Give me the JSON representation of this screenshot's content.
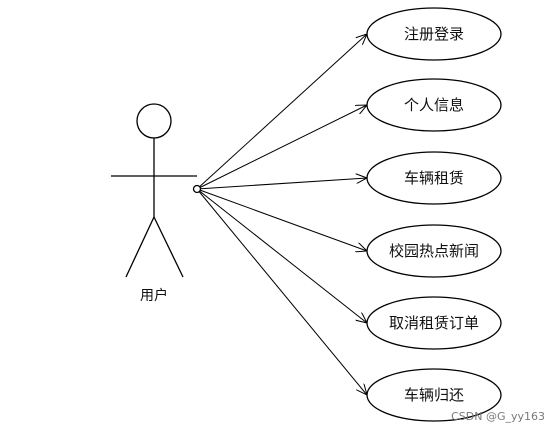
{
  "actor": {
    "label": "用户"
  },
  "use_cases": [
    {
      "label": "注册登录"
    },
    {
      "label": "个人信息"
    },
    {
      "label": "车辆租赁"
    },
    {
      "label": "校园热点新闻"
    },
    {
      "label": "取消租赁订单"
    },
    {
      "label": "车辆归还"
    }
  ],
  "watermark": "CSDN @G_yy163",
  "colors": {
    "stroke": "#000000",
    "text": "#111111",
    "watermark": "#7a7a7a"
  }
}
